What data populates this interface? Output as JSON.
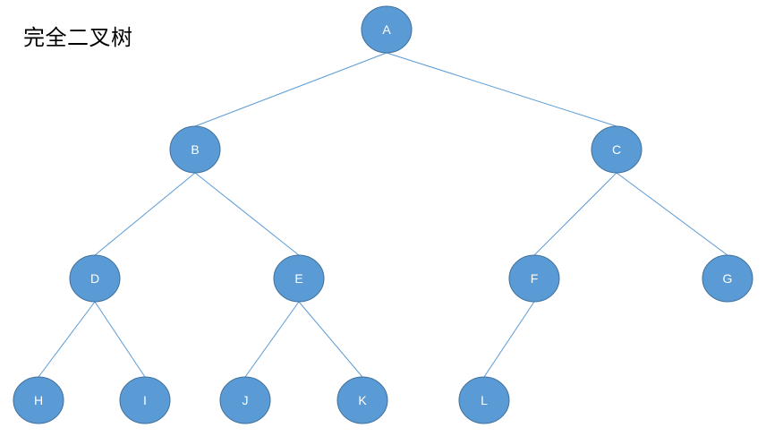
{
  "title": "完全二叉树",
  "colors": {
    "node_fill": "#5b9bd5",
    "node_stroke": "#41719c",
    "edge": "#5b9bd5",
    "label": "#ffffff"
  },
  "tree": {
    "nodes": [
      {
        "id": "A",
        "label": "A",
        "depth": 0
      },
      {
        "id": "B",
        "label": "B",
        "depth": 1
      },
      {
        "id": "C",
        "label": "C",
        "depth": 1
      },
      {
        "id": "D",
        "label": "D",
        "depth": 2
      },
      {
        "id": "E",
        "label": "E",
        "depth": 2
      },
      {
        "id": "F",
        "label": "F",
        "depth": 2
      },
      {
        "id": "G",
        "label": "G",
        "depth": 2
      },
      {
        "id": "H",
        "label": "H",
        "depth": 3
      },
      {
        "id": "I",
        "label": "I",
        "depth": 3
      },
      {
        "id": "J",
        "label": "J",
        "depth": 3
      },
      {
        "id": "K",
        "label": "K",
        "depth": 3
      },
      {
        "id": "L",
        "label": "L",
        "depth": 3
      }
    ],
    "edges": [
      [
        "A",
        "B"
      ],
      [
        "A",
        "C"
      ],
      [
        "B",
        "D"
      ],
      [
        "B",
        "E"
      ],
      [
        "C",
        "F"
      ],
      [
        "C",
        "G"
      ],
      [
        "D",
        "H"
      ],
      [
        "D",
        "I"
      ],
      [
        "E",
        "J"
      ],
      [
        "E",
        "K"
      ],
      [
        "F",
        "L"
      ]
    ]
  }
}
